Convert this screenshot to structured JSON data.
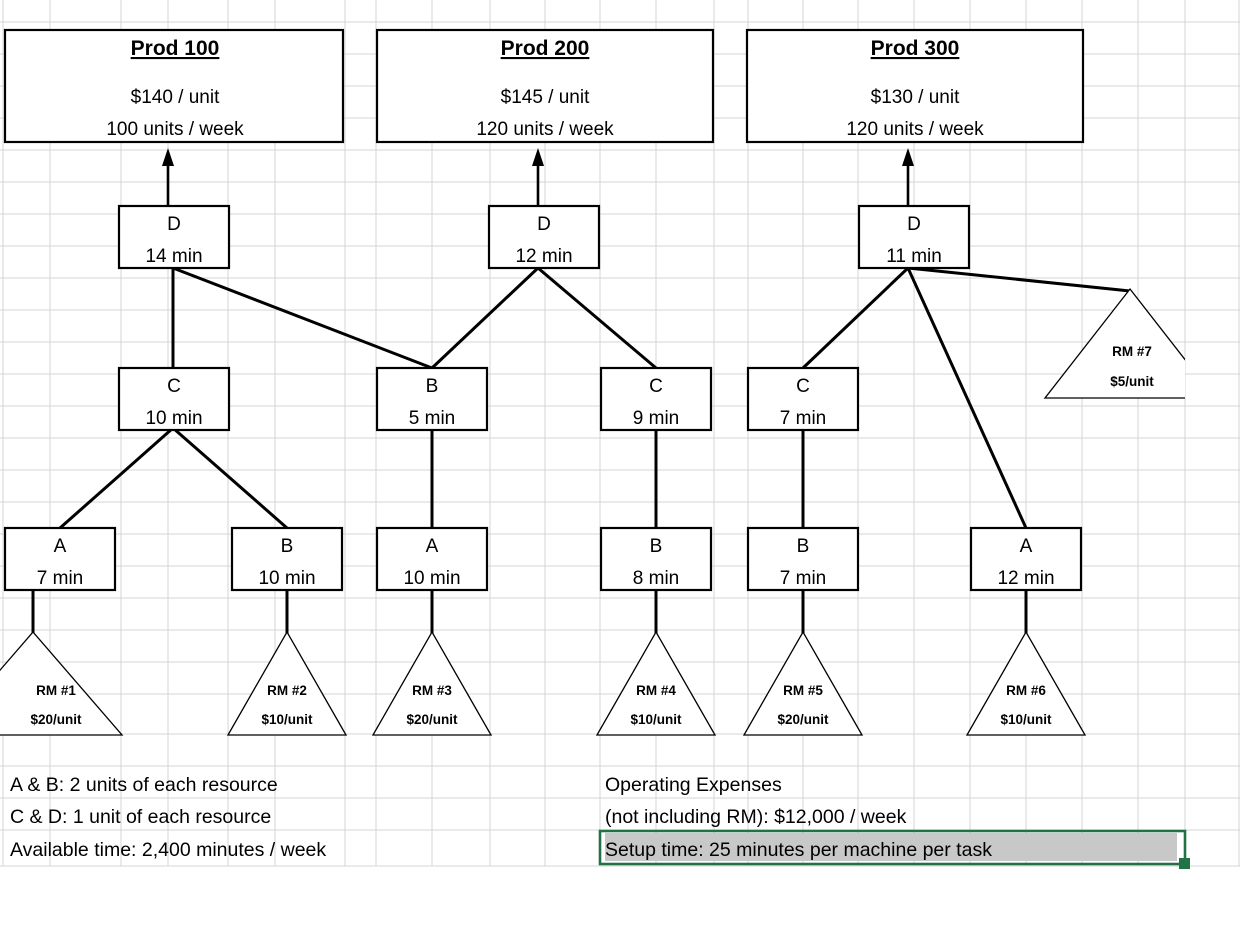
{
  "app": {
    "type": "spreadsheet-diagram",
    "grid_color": "#d4d4d4",
    "selection_color": "#217346",
    "highlight_color": "#c8c8c8"
  },
  "products": [
    {
      "name": "Prod 100",
      "price": "$140 / unit",
      "demand": "100 units / week"
    },
    {
      "name": "Prod 200",
      "price": "$145 / unit",
      "demand": "120 units / week"
    },
    {
      "name": "Prod 300",
      "price": "$130 / unit",
      "demand": "120 units / week"
    }
  ],
  "operations": [
    {
      "id": "d1",
      "resource": "D",
      "time": "14 min"
    },
    {
      "id": "d2",
      "resource": "D",
      "time": "12 min"
    },
    {
      "id": "d3",
      "resource": "D",
      "time": "11 min"
    },
    {
      "id": "c1",
      "resource": "C",
      "time": "10 min"
    },
    {
      "id": "b1",
      "resource": "B",
      "time": "5 min"
    },
    {
      "id": "c2",
      "resource": "C",
      "time": "9 min"
    },
    {
      "id": "c3",
      "resource": "C",
      "time": "7 min"
    },
    {
      "id": "a1",
      "resource": "A",
      "time": "7 min"
    },
    {
      "id": "b2",
      "resource": "B",
      "time": "10 min"
    },
    {
      "id": "a2",
      "resource": "A",
      "time": "10 min"
    },
    {
      "id": "b3",
      "resource": "B",
      "time": "8 min"
    },
    {
      "id": "b4",
      "resource": "B",
      "time": "7 min"
    },
    {
      "id": "a3",
      "resource": "A",
      "time": "12 min"
    }
  ],
  "raw_materials": [
    {
      "id": "rm1",
      "name": "RM #1",
      "price": "$20/unit"
    },
    {
      "id": "rm2",
      "name": "RM #2",
      "price": "$10/unit"
    },
    {
      "id": "rm3",
      "name": "RM #3",
      "price": "$20/unit"
    },
    {
      "id": "rm4",
      "name": "RM #4",
      "price": "$10/unit"
    },
    {
      "id": "rm5",
      "name": "RM #5",
      "price": "$20/unit"
    },
    {
      "id": "rm6",
      "name": "RM #6",
      "price": "$10/unit"
    },
    {
      "id": "rm7",
      "name": "RM #7",
      "price": "$5/unit"
    }
  ],
  "notes_left": [
    "A & B: 2 units of each resource",
    "C & D: 1 unit of each resource",
    "Available time:  2,400 minutes / week"
  ],
  "notes_right": [
    "Operating Expenses",
    "(not including RM): $12,000 / week"
  ],
  "selected_cell": {
    "text": "Setup time: 25 minutes per machine per task",
    "selected": true
  }
}
